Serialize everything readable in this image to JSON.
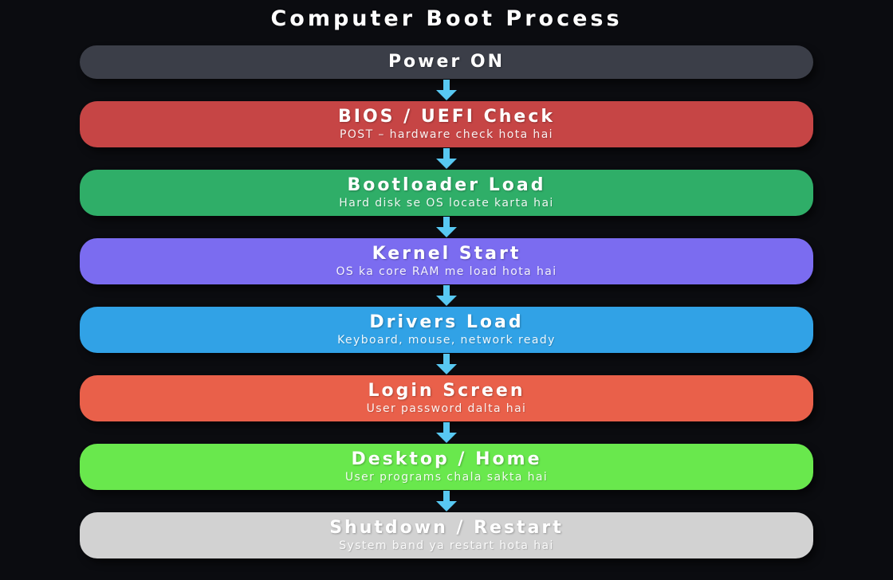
{
  "page_title": "Computer Boot Process",
  "colors": {
    "background": "#0b0c10",
    "arrow": "#58c8f2",
    "title_text": "#ffffff"
  },
  "icons": {
    "flow_arrow": "down-arrow"
  },
  "steps": [
    {
      "title": "Power ON",
      "subtitle": "",
      "color": "#3b3e48"
    },
    {
      "title": "BIOS / UEFI Check",
      "subtitle": "POST – hardware check hota hai",
      "color": "#c64545"
    },
    {
      "title": "Bootloader Load",
      "subtitle": "Hard disk se OS locate karta hai",
      "color": "#2fae68"
    },
    {
      "title": "Kernel Start",
      "subtitle": "OS ka core RAM me load hota hai",
      "color": "#7b6cf0"
    },
    {
      "title": "Drivers Load",
      "subtitle": "Keyboard, mouse, network ready",
      "color": "#31a2e6"
    },
    {
      "title": "Login Screen",
      "subtitle": "User password dalta hai",
      "color": "#e9604a"
    },
    {
      "title": "Desktop / Home",
      "subtitle": "User programs chala sakta hai",
      "color": "#69e84d"
    },
    {
      "title": "Shutdown / Restart",
      "subtitle": "System band ya restart hota hai",
      "color": "#d2d2d2"
    }
  ]
}
